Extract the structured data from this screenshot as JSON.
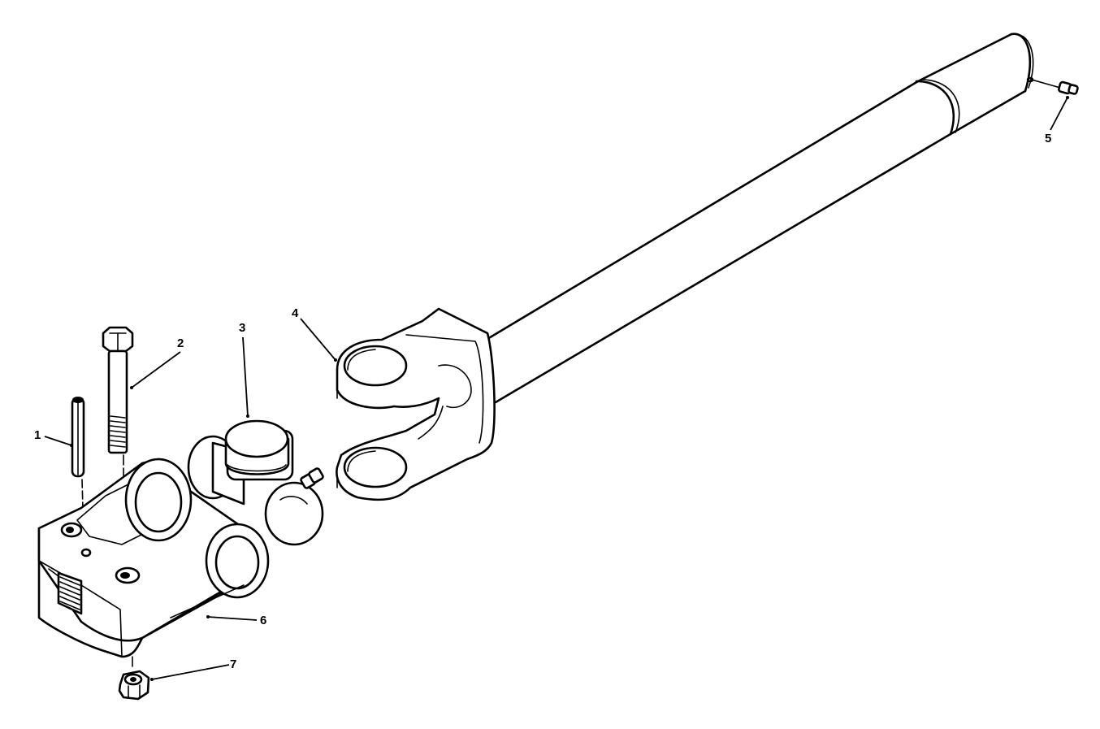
{
  "figure": {
    "description": "Exploded view of propeller (drive) shaft with universal joint assembly",
    "callouts": [
      {
        "id": 1,
        "label": "1",
        "part": "pin"
      },
      {
        "id": 2,
        "label": "2",
        "part": "bolt"
      },
      {
        "id": 3,
        "label": "3",
        "part": "universal joint cross and bearings"
      },
      {
        "id": 4,
        "label": "4",
        "part": "shaft yoke"
      },
      {
        "id": 5,
        "label": "5",
        "part": "lubrication fitting"
      },
      {
        "id": 6,
        "label": "6",
        "part": "splined yoke"
      },
      {
        "id": 7,
        "label": "7",
        "part": "nut"
      }
    ]
  },
  "colors": {
    "line": "#000000",
    "background": "#ffffff"
  }
}
